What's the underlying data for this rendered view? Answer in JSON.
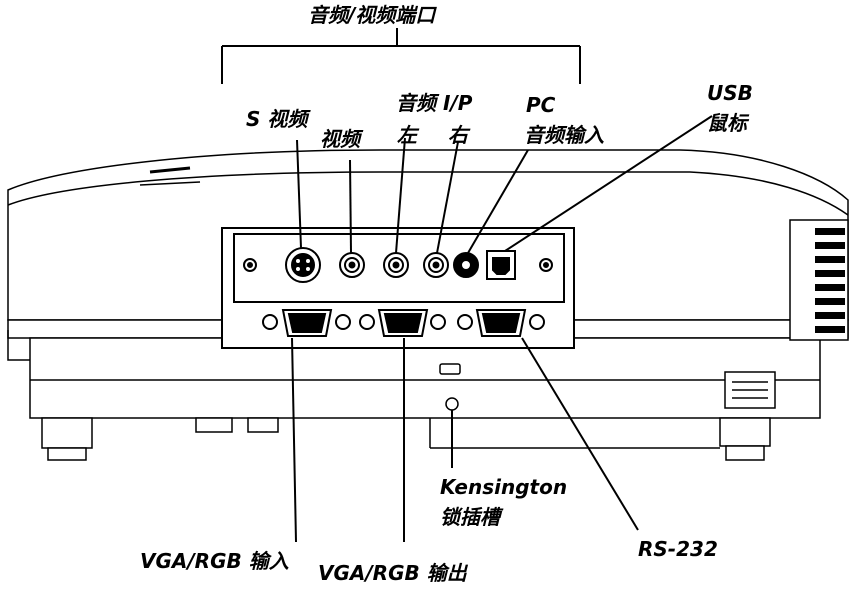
{
  "labels": {
    "av_ports": "音频/视频端口",
    "s_video": "S 视频",
    "video": "视频",
    "audio_ip": "音频 I/P",
    "left": "左",
    "right": "右",
    "pc_line1": "PC",
    "pc_line2": "音频输入",
    "usb_line1": "USB",
    "usb_line2": "鼠标",
    "kensington_line1": "Kensington",
    "kensington_line2": "锁插槽",
    "vga_in": "VGA/RGB 输入",
    "vga_out": "VGA/RGB 输出",
    "rs232": "RS-232"
  },
  "colors": {
    "line": "#000000",
    "body_fill": "#ffffff"
  }
}
